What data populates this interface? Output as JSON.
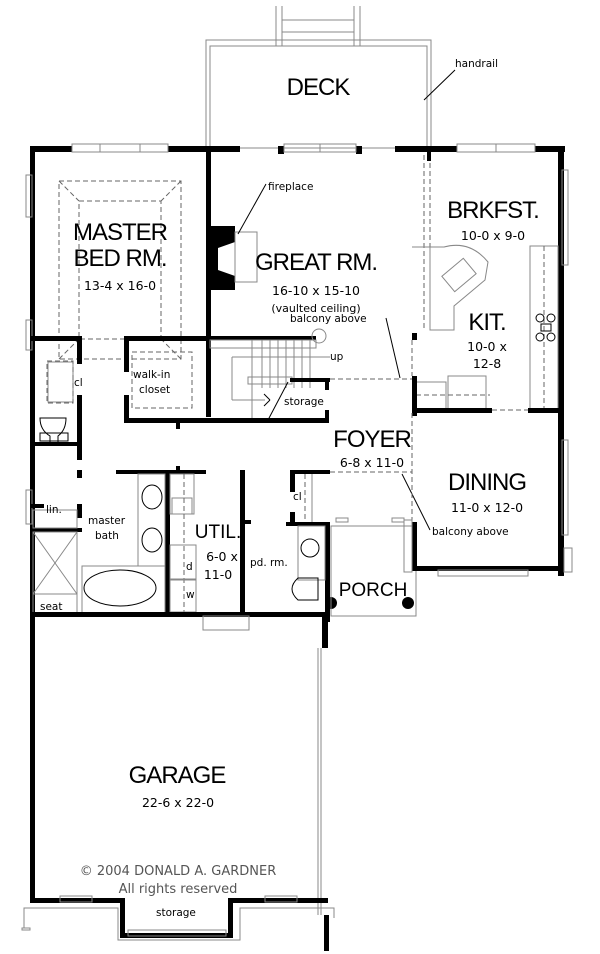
{
  "plan": {
    "rooms": {
      "deck": {
        "name": "DECK"
      },
      "master_bed": {
        "name_line1": "MASTER",
        "name_line2": "BED RM.",
        "dims": "13-4 x 16-0"
      },
      "great_rm": {
        "name": "GREAT RM.",
        "dims": "16-10 x 15-10",
        "note": "(vaulted ceiling)"
      },
      "brkfst": {
        "name": "BRKFST.",
        "dims": "10-0 x 9-0"
      },
      "kit": {
        "name": "KIT.",
        "dims_line1": "10-0 x",
        "dims_line2": "12-8"
      },
      "foyer": {
        "name": "FOYER",
        "dims": "6-8 x 11-0"
      },
      "dining": {
        "name": "DINING",
        "dims": "11-0 x 12-0"
      },
      "util": {
        "name": "UTIL.",
        "dims_line1": "6-0 x",
        "dims_line2": "11-0"
      },
      "porch": {
        "name": "PORCH"
      },
      "garage": {
        "name": "GARAGE",
        "dims": "22-6 x 22-0"
      }
    },
    "labels": {
      "handrail": "handrail",
      "fireplace": "fireplace",
      "balcony_above_top": "balcony above",
      "balcony_above_bottom": "balcony above",
      "up": "up",
      "storage_stair": "storage",
      "walk_in_line1": "walk-in",
      "walk_in_line2": "closet",
      "cl_master": "cl",
      "cl_foyer": "cl",
      "lin": "lin.",
      "master_bath_line1": "master",
      "master_bath_line2": "bath",
      "seat": "seat",
      "dryer": "d",
      "washer": "w",
      "pd_rm": "pd. rm.",
      "storage_garage": "storage"
    },
    "copyright": {
      "line1": "© 2004 DONALD A. GARDNER",
      "line2": "All rights reserved"
    }
  }
}
